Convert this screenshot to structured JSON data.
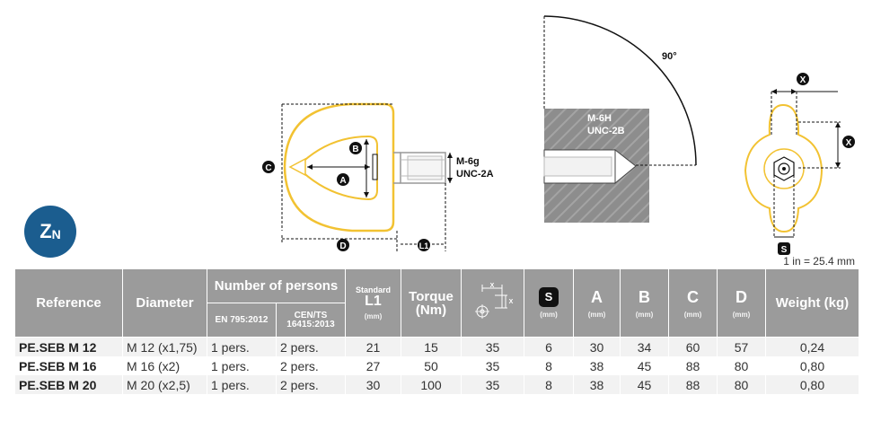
{
  "drawing": {
    "labels": {
      "angle": "90°",
      "male_thread_1": "M-6g",
      "male_thread_2": "UNC-2A",
      "female_thread_1": "M-6H",
      "female_thread_2": "UNC-2B",
      "dim_a": "A",
      "dim_b": "B",
      "dim_c": "C",
      "dim_d": "D",
      "dim_l1": "L1",
      "dim_x": "X",
      "dim_s": "S"
    },
    "colors": {
      "yellow": "#f2c232",
      "grey": "#8c8c8c",
      "dark": "#111111"
    }
  },
  "badge": {
    "zn_main": "Z",
    "zn_sub": "N",
    "color": "#1b5d8f"
  },
  "conversion": "1 in = 25.4 mm",
  "table": {
    "headers": {
      "reference": "Reference",
      "diameter": "Diameter",
      "number_of_persons": "Number of persons",
      "en": "EN 795:2012",
      "cen": "CEN/TS 16415:2013",
      "standard": "Standard",
      "l1": "L1",
      "torque": "Torque (Nm)",
      "s": "S",
      "a": "A",
      "b": "B",
      "c": "C",
      "d": "D",
      "weight": "Weight (kg)",
      "mm": "(mm)",
      "x_label": "X"
    },
    "rows": [
      {
        "reference": "PE.SEB M 12",
        "diameter": "M 12 (x1,75)",
        "en": "1 pers.",
        "cen": "2 pers.",
        "l1": "21",
        "torque": "15",
        "x": "35",
        "s": "6",
        "a": "30",
        "b": "34",
        "c": "60",
        "d": "57",
        "weight": "0,24"
      },
      {
        "reference": "PE.SEB M 16",
        "diameter": "M 16 (x2)",
        "en": "1 pers.",
        "cen": "2 pers.",
        "l1": "27",
        "torque": "50",
        "x": "35",
        "s": "8",
        "a": "38",
        "b": "45",
        "c": "88",
        "d": "80",
        "weight": "0,80"
      },
      {
        "reference": "PE.SEB M 20",
        "diameter": "M 20 (x2,5)",
        "en": "1 pers.",
        "cen": "2 pers.",
        "l1": "30",
        "torque": "100",
        "x": "35",
        "s": "8",
        "a": "38",
        "b": "45",
        "c": "88",
        "d": "80",
        "weight": "0,80"
      }
    ]
  }
}
